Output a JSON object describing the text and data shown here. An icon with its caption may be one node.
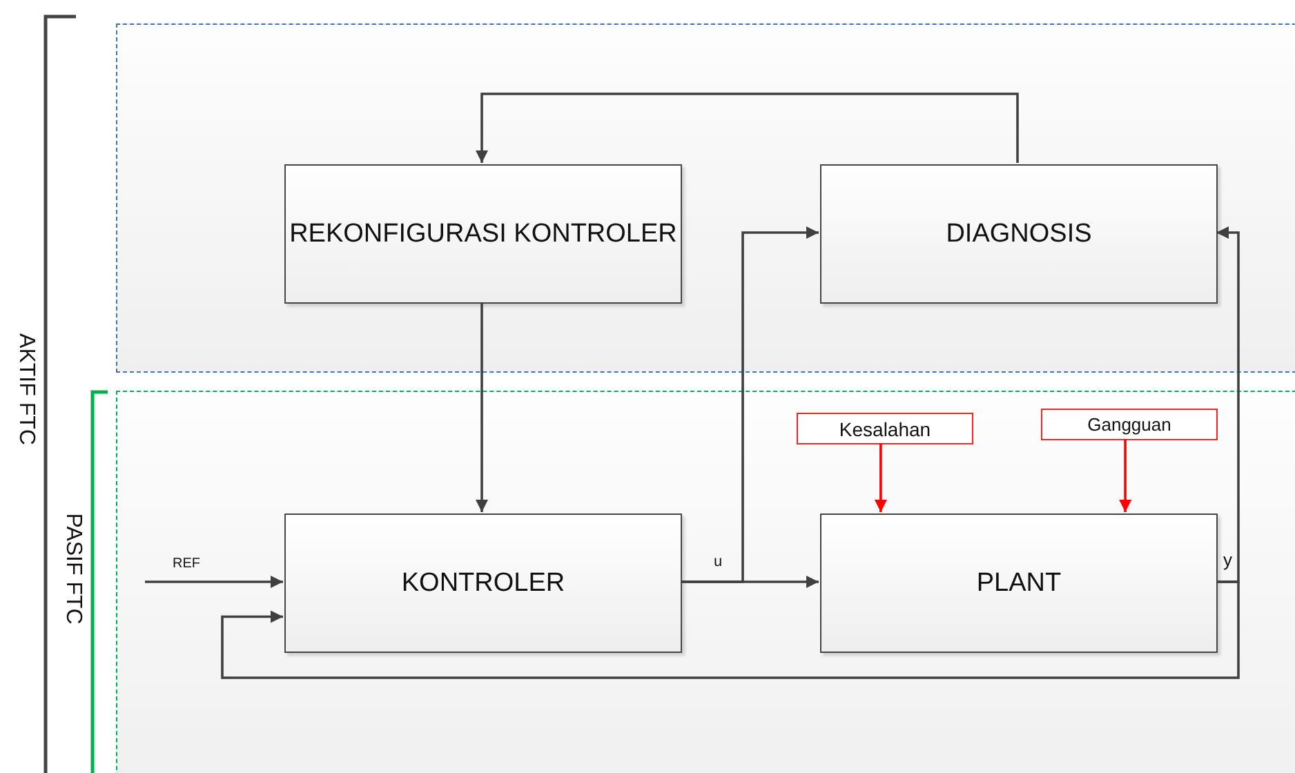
{
  "diagram": {
    "nodes": [
      {
        "text": [],
        "shape": "box"
      },
      {
        "text": [
          "REKONFIGURASI KONTROLER"
        ],
        "in": 0
      },
      {
        "text": [
          "DIAGNOSIS"
        ],
        "in": 0
      },
      {
        "text": [],
        "shape": "box"
      },
      {
        "text": [
          "KONTROLER"
        ],
        "in": 3
      },
      {
        "text": [
          "Kesalahan"
        ],
        "in": 3
      },
      {
        "text": [
          "Gangguan"
        ],
        "in": 3
      },
      {
        "text": [
          "PLANT"
        ],
        "in": 3
      }
    ],
    "edges": [
      {
        "from": 2,
        "to": 1,
        "arrow": "to"
      },
      {
        "from": 1,
        "to": 4,
        "arrow": "to"
      },
      {
        "from": null,
        "to": 4,
        "arrow": "to",
        "label": "REF"
      },
      {
        "from": 4,
        "to": 7,
        "arrow": "to",
        "label": "u"
      },
      {
        "from": 4,
        "to": 2,
        "arrow": "to"
      },
      {
        "from": 7,
        "to": 2,
        "arrow": "to",
        "label": "y"
      },
      {
        "from": 7,
        "to": 4,
        "arrow": "to"
      },
      {
        "from": 5,
        "to": 7,
        "arrow": "to",
        "color": "#ff0000"
      },
      {
        "from": 6,
        "to": 7,
        "arrow": "to",
        "color": "#ff0000"
      }
    ],
    "labels": [
      "AKTIF FTC",
      "PASIF FTC"
    ]
  }
}
